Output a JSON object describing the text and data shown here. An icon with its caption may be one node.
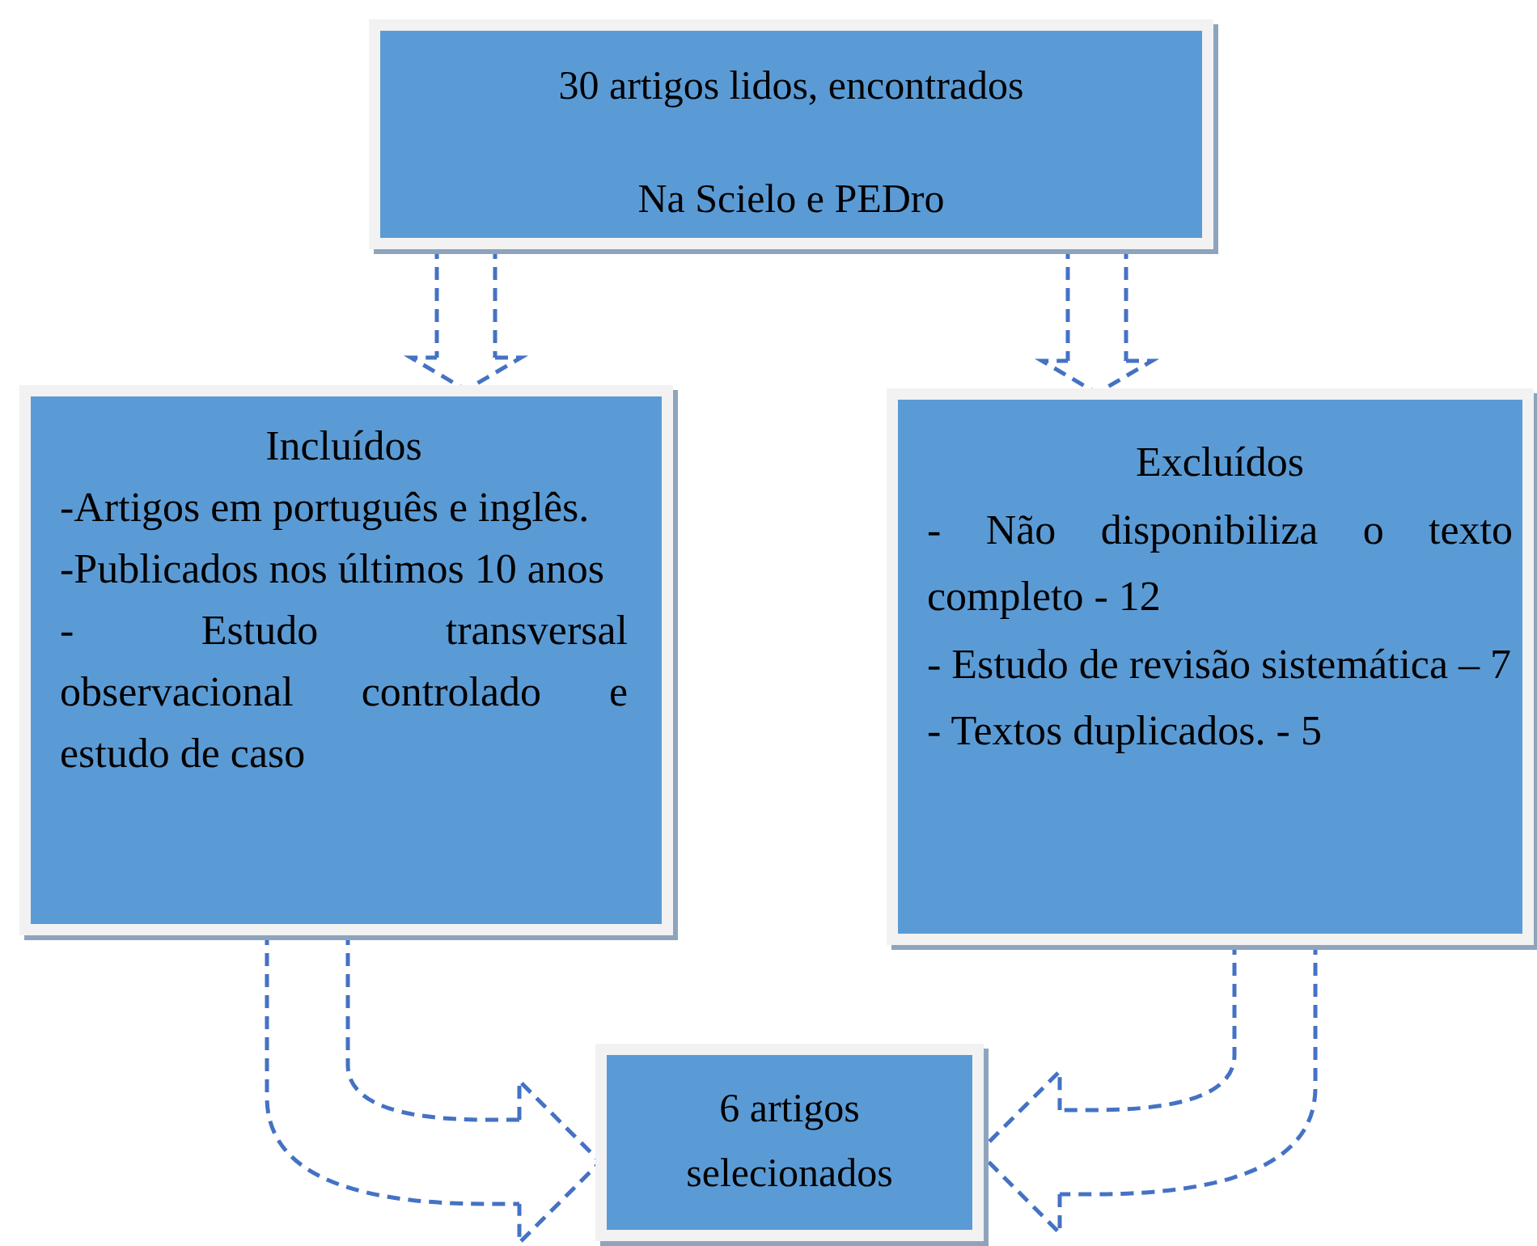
{
  "diagram": {
    "nodes": [
      {
        "text": [
          "30 artigos lidos, encontrados",
          "Na Scielo e PEDro"
        ]
      },
      {
        "text": [
          "Incluídos",
          "-Artigos em português e inglês.",
          "-Publicados nos últimos 10 anos",
          "- Estudo transversal observacional controlado e estudo de caso"
        ]
      },
      {
        "text": [
          "Excluídos",
          "- Não disponibiliza o texto completo - 12",
          "- Estudo de revisão sistemática – 7",
          "- Textos duplicados. - 5"
        ]
      },
      {
        "text": [
          "6 artigos selecionados"
        ]
      }
    ],
    "edges": [
      {
        "from": 0,
        "to": 1,
        "arrow": "to",
        "style": "dashed"
      },
      {
        "from": 0,
        "to": 2,
        "arrow": "to",
        "style": "dashed"
      },
      {
        "from": 1,
        "to": 3,
        "arrow": "to",
        "style": "dashed"
      },
      {
        "from": 2,
        "to": 3,
        "arrow": "to",
        "style": "dashed"
      }
    ]
  }
}
